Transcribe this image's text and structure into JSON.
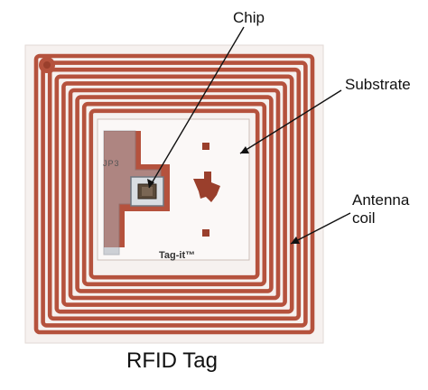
{
  "labels": {
    "chip": "Chip",
    "substrate": "Substrate",
    "antenna_line1": "Antenna",
    "antenna_line2": "coil",
    "caption": "RFID Tag"
  },
  "tag_marks": {
    "brand": "Tag-it™",
    "part_code": "JP3"
  },
  "colors": {
    "antenna": "#b5523d",
    "antenna_dark": "#9a3f2c",
    "substrate": "#f4eeec",
    "die": "#5b4a3a",
    "pad_metal": "#9aa3ad",
    "pointer": "#111111"
  },
  "icons": {
    "logo": "ti-texas-logo-icon"
  }
}
